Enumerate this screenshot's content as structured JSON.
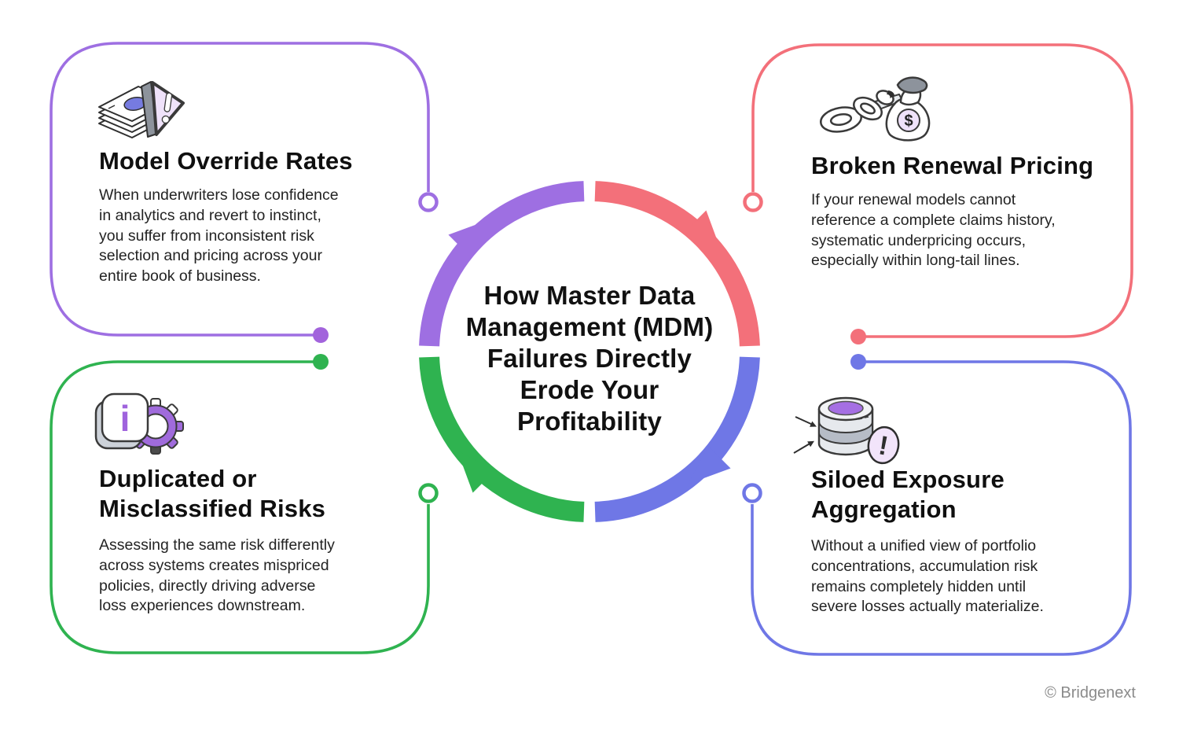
{
  "center": {
    "title": "How Master Data\nManagement (MDM)\nFailures Directly\nErode Your\nProfitability"
  },
  "colors": {
    "purple": "#9E6FE2",
    "purple_dot": "#A263DC",
    "red": "#F3707A",
    "green": "#2FB350",
    "blue": "#6F77E6",
    "white": "#FFFFFF"
  },
  "cards": {
    "top_left": {
      "icon": "money-warning-icon",
      "title": "Model Override Rates",
      "body": "When underwriters lose confidence\nin analytics and revert to instinct,\nyou suffer from inconsistent risk\nselection and pricing across your\nentire book of business."
    },
    "top_right": {
      "icon": "broken-chain-money-bag-icon",
      "title": "Broken Renewal Pricing",
      "body": "If your renewal models cannot\nreference a complete claims history,\nsystematic underpricing occurs,\nespecially within long-tail lines."
    },
    "bottom_left": {
      "icon": "info-gear-icon",
      "title": "Duplicated or\nMisclassified Risks",
      "body": "Assessing the same risk differently\nacross systems creates mispriced\npolicies, directly driving adverse\nloss experiences downstream."
    },
    "bottom_right": {
      "icon": "database-warning-icon",
      "title": "Siloed Exposure\nAggregation",
      "body": "Without a unified view of portfolio\nconcentrations, accumulation risk\nremains completely hidden until\nsevere losses actually materialize."
    }
  },
  "footer": {
    "copyright": "© Bridgenext"
  }
}
